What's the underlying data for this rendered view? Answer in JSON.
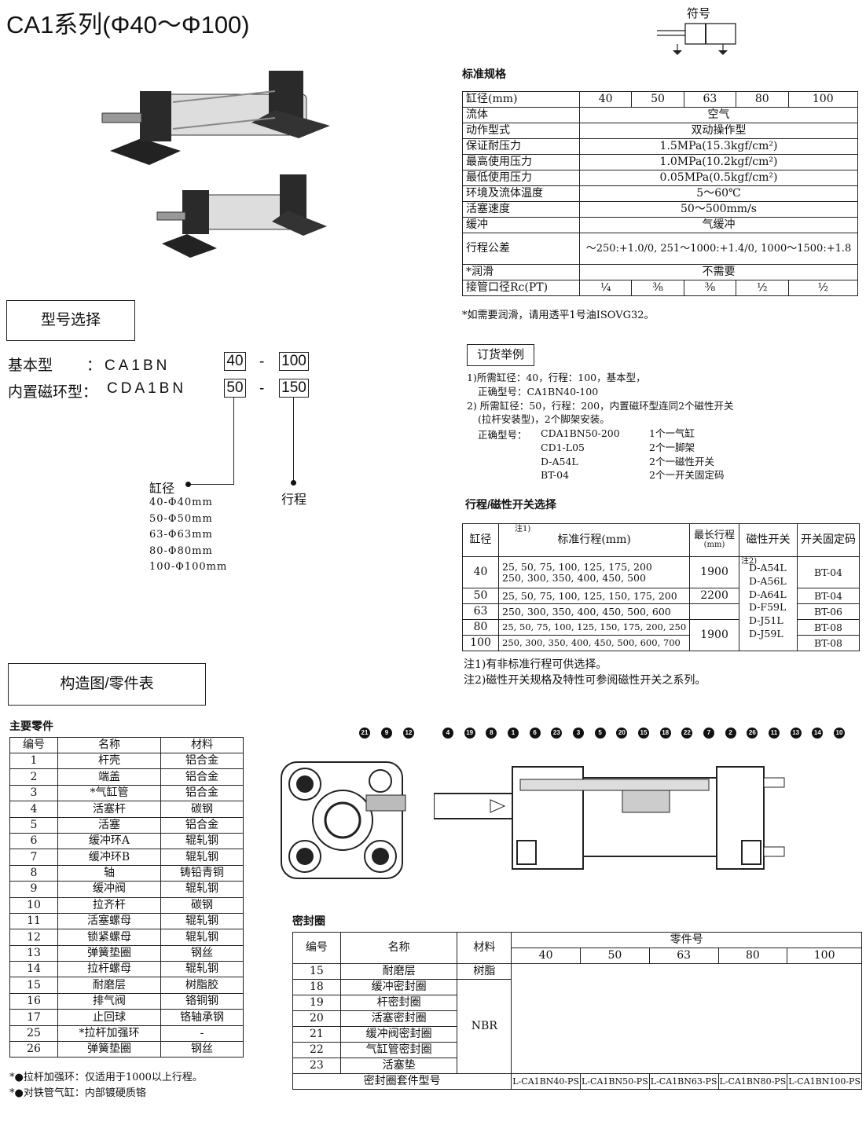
{
  "title": "CA1系列(Φ40～Φ100)",
  "symbol_label": "符号",
  "std_spec": {
    "heading": "标准规格",
    "header": [
      "缸径(mm)",
      "40",
      "50",
      "63",
      "80",
      "100"
    ],
    "rows": [
      [
        "流体",
        "空气"
      ],
      [
        "动作型式",
        "双动操作型"
      ],
      [
        "保证耐压力",
        "1.5MPa(15.3kgf/cm²)"
      ],
      [
        "最高使用压力",
        "1.0MPa(10.2kgf/cm²)"
      ],
      [
        "最低使用压力",
        "0.05MPa(0.5kgf/cm²)"
      ],
      [
        "环境及流体温度",
        "5～60℃"
      ],
      [
        "活塞速度",
        "50～500mm/s"
      ],
      [
        "缓冲",
        "气缓冲"
      ]
    ],
    "tolerance_label": "行程公差",
    "tolerance_value": "～250:+1.0/0, 251～1000:+1.4/0, 1000～1500:+1.8",
    "lube_label": "*润滑",
    "lube_value": "不需要",
    "port_label": "接管口径Rc(PT)",
    "port_values": [
      "¼",
      "⅜",
      "⅜",
      "½",
      "½"
    ],
    "note": "*如需要润滑，请用透平1号油ISOVG32。"
  },
  "model": {
    "heading": "型号选择",
    "basic_label": "基本型",
    "basic_code": "：CA1BN",
    "basic_bore": "40",
    "basic_stroke": "100",
    "mag_label": "内置磁环型：",
    "mag_code": "CDA1BN",
    "mag_bore": "50",
    "mag_stroke": "150",
    "dash": "-",
    "bore_label": "缸径",
    "bore_list": [
      "40-Φ40mm",
      "50-Φ50mm",
      "63-Φ63mm",
      "80-Φ80mm",
      "100-Φ100mm"
    ],
    "stroke_label": "行程"
  },
  "order": {
    "heading": "订货举例",
    "lines": [
      "1)所需缸径：40，行程：100，基本型，",
      "正确型号：CA1BN40-100",
      "2) 所需缸径：50，行程：200，内置磁环型连同2个磁性开关",
      "(拉杆安装型)，2个脚架安装。"
    ],
    "correct_label": "正确型号：",
    "items": [
      [
        "CDA1BN50-200",
        "1个一气缸"
      ],
      [
        "CD1-L05",
        "2个一脚架"
      ],
      [
        "D-A54L",
        "2个一磁性开关"
      ],
      [
        "BT-04",
        "2个一开关固定码"
      ]
    ]
  },
  "stroke_switch": {
    "heading": "行程/磁性开关选择",
    "h_bore": "缸径",
    "h_note1": "注1)",
    "h_std": "标准行程(mm)",
    "h_max": "最长行程",
    "h_max_unit": "(mm)",
    "h_switch": "磁性开关",
    "h_fix": "开关固定码",
    "rows": [
      {
        "bore": "40",
        "strokes": "25, 50, 75, 100, 125, 175, 200",
        "strokes2": "250, 300, 350, 400, 450, 500",
        "max": "1900",
        "fix": "BT-04"
      },
      {
        "bore": "50",
        "strokes": "25, 50, 75, 100, 125, 150, 175, 200",
        "max": "2200",
        "fix": "BT-04"
      },
      {
        "bore": "63",
        "strokes": "250, 300, 350, 400, 450, 500, 600",
        "fix": "BT-06"
      },
      {
        "bore": "80",
        "strokes": "25, 50, 75, 100, 125, 150, 175, 200, 250",
        "max": "1900",
        "fix": "BT-08"
      },
      {
        "bore": "100",
        "strokes": "250, 300, 350, 400, 450, 500, 600, 700",
        "fix": "BT-08"
      }
    ],
    "switch_note": "注2)",
    "switches": [
      "D-A54L",
      "D-A56L",
      "D-A64L",
      "D-F59L",
      "D-J51L",
      "D-J59L"
    ],
    "note1": "注1)有非标准行程可供选择。",
    "note2": "注2)磁性开关规格及特性可参阅磁性开关之系列。"
  },
  "structure": {
    "heading": "构造图/零件表",
    "parts_heading": "主要零件",
    "header": [
      "编号",
      "名称",
      "材料"
    ],
    "rows": [
      [
        "1",
        "杆壳",
        "铝合金"
      ],
      [
        "2",
        "端盖",
        "铝合金"
      ],
      [
        "3",
        "*气缸管",
        "铝合金"
      ],
      [
        "4",
        "活塞杆",
        "碳钢"
      ],
      [
        "5",
        "活塞",
        "铝合金"
      ],
      [
        "6",
        "缓冲环A",
        "辊轧钢"
      ],
      [
        "7",
        "缓冲环B",
        "辊轧钢"
      ],
      [
        "8",
        "轴",
        "铸铅青铜"
      ],
      [
        "9",
        "缓冲阀",
        "辊轧钢"
      ],
      [
        "10",
        "拉齐杆",
        "碳钢"
      ],
      [
        "11",
        "活塞螺母",
        "辊轧钢"
      ],
      [
        "12",
        "锁紧螺母",
        "辊轧钢"
      ],
      [
        "13",
        "弹簧垫圈",
        "钢丝"
      ],
      [
        "14",
        "拉杆螺母",
        "辊轧钢"
      ],
      [
        "15",
        "耐磨层",
        "树脂胶"
      ],
      [
        "16",
        "排气阀",
        "铬铜钢"
      ],
      [
        "17",
        "止回球",
        "铬轴承钢"
      ],
      [
        "25",
        "*拉杆加强环",
        "-"
      ],
      [
        "26",
        "弹簧垫圈",
        "钢丝"
      ]
    ],
    "footnotes": [
      "*●拉杆加强环：仅适用于1000以上行程。",
      "*●对铁管气缸：内部镀硬质铬"
    ],
    "callouts_left": [
      "21",
      "9",
      "12"
    ],
    "callouts_right": [
      "4",
      "19",
      "8",
      "1",
      "6",
      "23",
      "3",
      "5",
      "20",
      "15",
      "18",
      "22",
      "7",
      "2",
      "26",
      "11",
      "13",
      "14",
      "10"
    ]
  },
  "seal": {
    "heading": "密封圈",
    "h_no": "编号",
    "h_name": "名称",
    "h_mat": "材料",
    "h_part": "零件号",
    "bores": [
      "40",
      "50",
      "63",
      "80",
      "100"
    ],
    "rows": [
      [
        "15",
        "耐磨层",
        "树脂"
      ],
      [
        "18",
        "缓冲密封圈",
        ""
      ],
      [
        "19",
        "杆密封圈",
        ""
      ],
      [
        "20",
        "活塞密封圈",
        ""
      ],
      [
        "21",
        "缓冲阀密封圈",
        ""
      ],
      [
        "22",
        "气缸管密封圈",
        ""
      ],
      [
        "23",
        "活塞垫",
        ""
      ]
    ],
    "nbr": "NBR",
    "kit_label": "密封圈套件型号",
    "kits": [
      "L-CA1BN40-PS",
      "L-CA1BN50-PS",
      "L-CA1BN63-PS",
      "L-CA1BN80-PS",
      "L-CA1BN100-PS"
    ]
  }
}
